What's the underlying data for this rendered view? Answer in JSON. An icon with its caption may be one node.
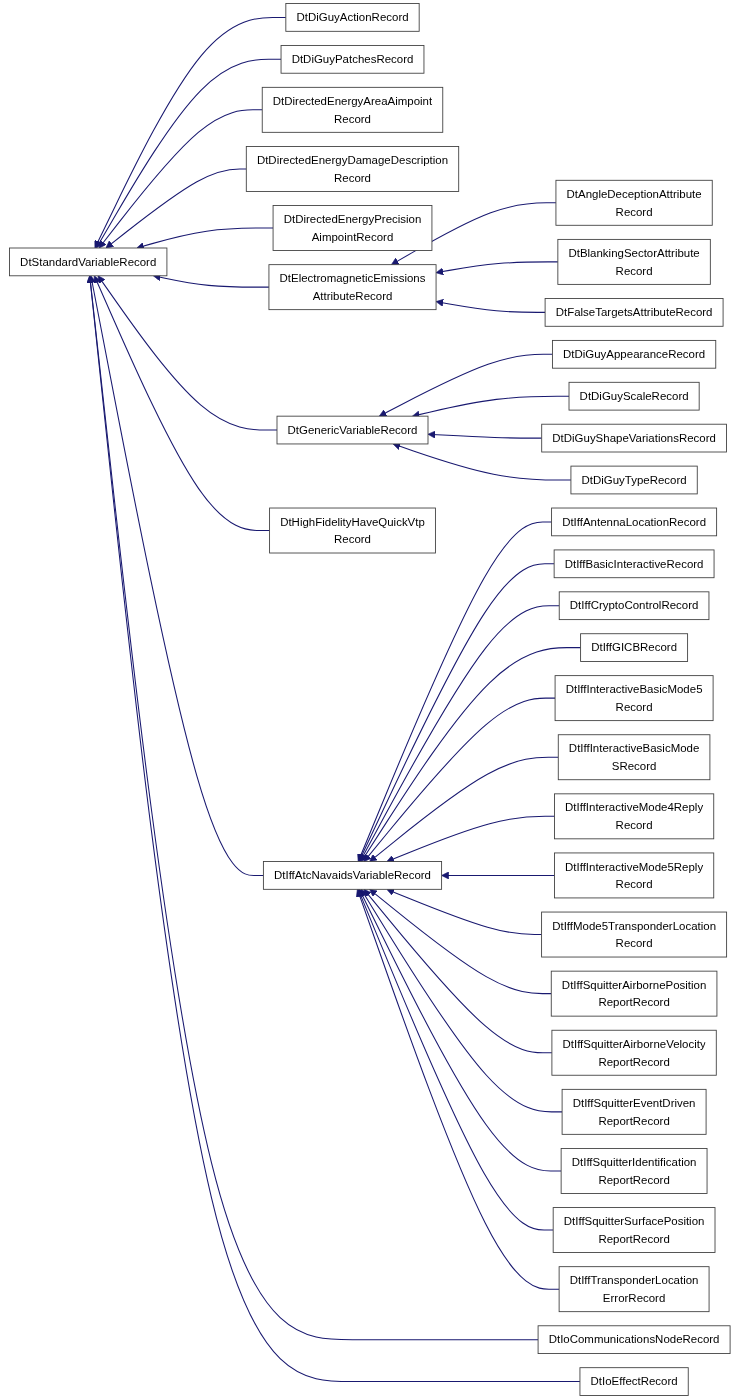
{
  "diagram": {
    "nodes": [
      {
        "text": [
          "DtStandardVariableRecord"
        ]
      },
      {
        "text": [
          "DtDiGuyActionRecord"
        ]
      },
      {
        "text": [
          "DtDiGuyPatchesRecord"
        ]
      },
      {
        "text": [
          "DtDirectedEnergyAreaAimpoint Record"
        ]
      },
      {
        "text": [
          "DtDirectedEnergyDamageDescription Record"
        ]
      },
      {
        "text": [
          "DtDirectedEnergyPrecision AimpointRecord"
        ]
      },
      {
        "text": [
          "DtElectromagneticEmissions AttributeRecord"
        ]
      },
      {
        "text": [
          "DtGenericVariableRecord"
        ]
      },
      {
        "text": [
          "DtHighFidelityHaveQuickVtp Record"
        ]
      },
      {
        "text": [
          "DtIffAtcNavaidsVariableRecord"
        ]
      },
      {
        "text": [
          "DtIoCommunicationsNodeRecord"
        ]
      },
      {
        "text": [
          "DtIoEffectRecord"
        ]
      },
      {
        "text": [
          "DtAngleDeceptionAttribute Record"
        ]
      },
      {
        "text": [
          "DtBlankingSectorAttribute Record"
        ]
      },
      {
        "text": [
          "DtFalseTargetsAttributeRecord"
        ]
      },
      {
        "text": [
          "DtDiGuyAppearanceRecord"
        ]
      },
      {
        "text": [
          "DtDiGuyScaleRecord"
        ]
      },
      {
        "text": [
          "DtDiGuyShapeVariationsRecord"
        ]
      },
      {
        "text": [
          "DtDiGuyTypeRecord"
        ]
      },
      {
        "text": [
          "DtIffAntennaLocationRecord"
        ]
      },
      {
        "text": [
          "DtIffBasicInteractiveRecord"
        ]
      },
      {
        "text": [
          "DtIffCryptoControlRecord"
        ]
      },
      {
        "text": [
          "DtIffGICBRecord"
        ]
      },
      {
        "text": [
          "DtIffInteractiveBasicMode5 Record"
        ]
      },
      {
        "text": [
          "DtIffInteractiveBasicMode SRecord"
        ]
      },
      {
        "text": [
          "DtIffInteractiveMode4Reply Record"
        ]
      },
      {
        "text": [
          "DtIffInteractiveMode5Reply Record"
        ]
      },
      {
        "text": [
          "DtIffMode5TransponderLocation Record"
        ]
      },
      {
        "text": [
          "DtIffSquitterAirbornePosition ReportRecord"
        ]
      },
      {
        "text": [
          "DtIffSquitterAirborneVelocity ReportRecord"
        ]
      },
      {
        "text": [
          "DtIffSquitterEventDriven ReportRecord"
        ]
      },
      {
        "text": [
          "DtIffSquitterIdentification ReportRecord"
        ]
      },
      {
        "text": [
          "DtIffSquitterSurfacePosition ReportRecord"
        ]
      },
      {
        "text": [
          "DtIffTransponderLocation ErrorRecord"
        ]
      }
    ],
    "edges": [
      {
        "from": 1,
        "to": 0,
        "arrow": "to"
      },
      {
        "from": 2,
        "to": 0,
        "arrow": "to"
      },
      {
        "from": 3,
        "to": 0,
        "arrow": "to"
      },
      {
        "from": 4,
        "to": 0,
        "arrow": "to"
      },
      {
        "from": 5,
        "to": 0,
        "arrow": "to"
      },
      {
        "from": 6,
        "to": 0,
        "arrow": "to"
      },
      {
        "from": 7,
        "to": 0,
        "arrow": "to"
      },
      {
        "from": 8,
        "to": 0,
        "arrow": "to"
      },
      {
        "from": 9,
        "to": 0,
        "arrow": "to"
      },
      {
        "from": 10,
        "to": 0,
        "arrow": "to"
      },
      {
        "from": 11,
        "to": 0,
        "arrow": "to"
      },
      {
        "from": 12,
        "to": 6,
        "arrow": "to"
      },
      {
        "from": 13,
        "to": 6,
        "arrow": "to"
      },
      {
        "from": 14,
        "to": 6,
        "arrow": "to"
      },
      {
        "from": 15,
        "to": 7,
        "arrow": "to"
      },
      {
        "from": 16,
        "to": 7,
        "arrow": "to"
      },
      {
        "from": 17,
        "to": 7,
        "arrow": "to"
      },
      {
        "from": 18,
        "to": 7,
        "arrow": "to"
      },
      {
        "from": 19,
        "to": 9,
        "arrow": "to"
      },
      {
        "from": 20,
        "to": 9,
        "arrow": "to"
      },
      {
        "from": 21,
        "to": 9,
        "arrow": "to"
      },
      {
        "from": 22,
        "to": 9,
        "arrow": "to"
      },
      {
        "from": 23,
        "to": 9,
        "arrow": "to"
      },
      {
        "from": 24,
        "to": 9,
        "arrow": "to"
      },
      {
        "from": 25,
        "to": 9,
        "arrow": "to"
      },
      {
        "from": 26,
        "to": 9,
        "arrow": "to"
      },
      {
        "from": 27,
        "to": 9,
        "arrow": "to"
      },
      {
        "from": 28,
        "to": 9,
        "arrow": "to"
      },
      {
        "from": 29,
        "to": 9,
        "arrow": "to"
      },
      {
        "from": 30,
        "to": 9,
        "arrow": "to"
      },
      {
        "from": 31,
        "to": 9,
        "arrow": "to"
      },
      {
        "from": 32,
        "to": 9,
        "arrow": "to"
      },
      {
        "from": 33,
        "to": 9,
        "arrow": "to"
      }
    ]
  }
}
